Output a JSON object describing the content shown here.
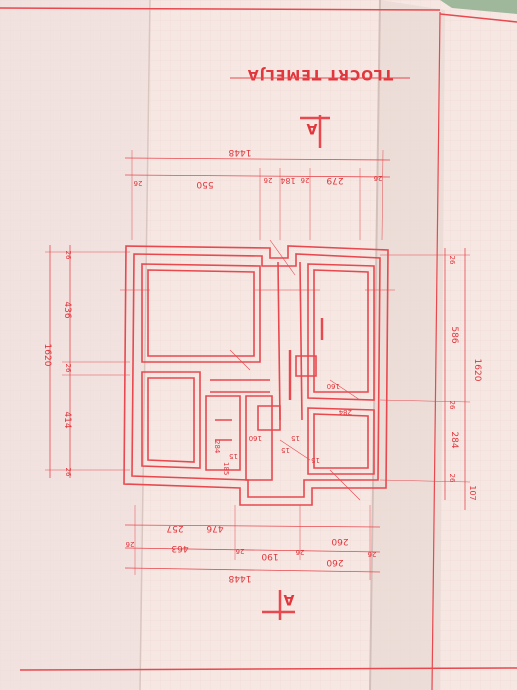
{
  "sheet": {
    "title": "TLOCRT TEMELJA",
    "section_mark": "A",
    "colors": {
      "paper": "#f6e7e3",
      "ink": "#e8484e",
      "table": "#6f6250"
    }
  },
  "dimensions": {
    "top_total": "1448",
    "top_parts": [
      "550",
      "279",
      "184",
      "26",
      "26",
      "26",
      "26"
    ],
    "bottom_total": "1448",
    "bottom_parts_a": [
      "463",
      "476",
      "257",
      "26",
      "26"
    ],
    "bottom_parts_b": [
      "260",
      "190",
      "260",
      "26",
      "26"
    ],
    "left_total": "1620",
    "left_parts": [
      "436",
      "414",
      "26",
      "26",
      "26"
    ],
    "right_total": "1620",
    "right_parts": [
      "586",
      "284",
      "107",
      "26",
      "26",
      "26"
    ]
  },
  "room_labels": [
    "284",
    "185",
    "160",
    "15",
    "15",
    "15",
    "160",
    "284",
    "15"
  ]
}
